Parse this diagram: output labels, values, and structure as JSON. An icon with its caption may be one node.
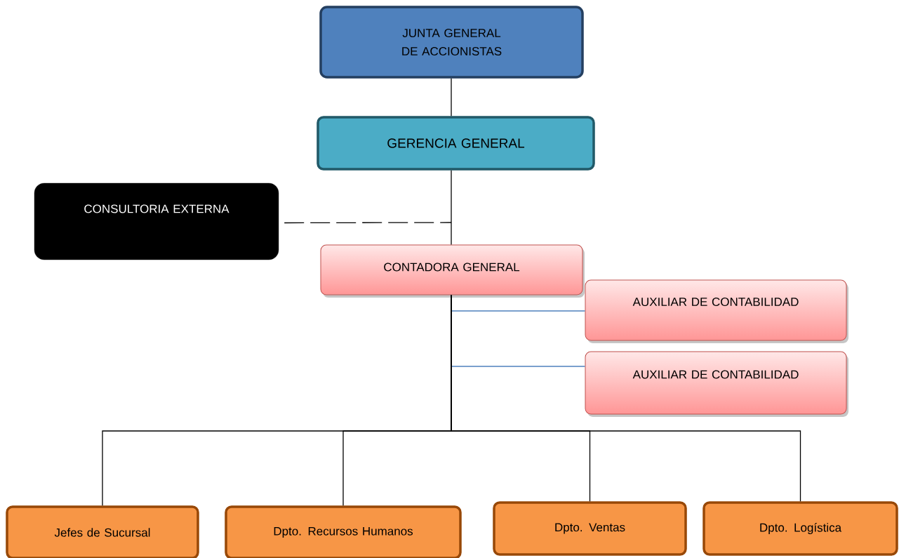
{
  "diagram": {
    "nodes": [
      {
        "text": [
          "JUNTA GENERAL DE ACCIONISTAS"
        ]
      },
      {
        "text": [
          "GERENCIA GENERAL"
        ]
      },
      {
        "text": [
          "CONSULTORIA EXTERNA"
        ]
      },
      {
        "text": [
          "CONTADORA GENERAL"
        ]
      },
      {
        "text": [
          "AUXILIAR DE CONTABILIDAD"
        ]
      },
      {
        "text": [
          "AUXILIAR DE CONTABILIDAD"
        ]
      },
      {
        "text": [
          "Jefes de Sucursal"
        ]
      },
      {
        "text": [
          "Dpto. Recursos Humanos"
        ]
      },
      {
        "text": [
          "Dpto. Ventas"
        ]
      },
      {
        "text": [
          "Dpto. Logística"
        ]
      }
    ],
    "edges": [
      {
        "from": 0,
        "to": 1,
        "arrow": "none"
      },
      {
        "from": 1,
        "to": 3,
        "arrow": "none"
      },
      {
        "from": 2,
        "to": null,
        "arrow": "none",
        "style": "dashed"
      },
      {
        "from": 3,
        "to": 4,
        "arrow": "none",
        "color": "#4f81bd"
      },
      {
        "from": 3,
        "to": 5,
        "arrow": "none",
        "color": "#4f81bd"
      },
      {
        "from": 3,
        "to": 6,
        "arrow": "none"
      },
      {
        "from": 3,
        "to": 7,
        "arrow": "none"
      },
      {
        "from": 3,
        "to": 8,
        "arrow": "none"
      },
      {
        "from": 3,
        "to": 9,
        "arrow": "none"
      }
    ]
  }
}
